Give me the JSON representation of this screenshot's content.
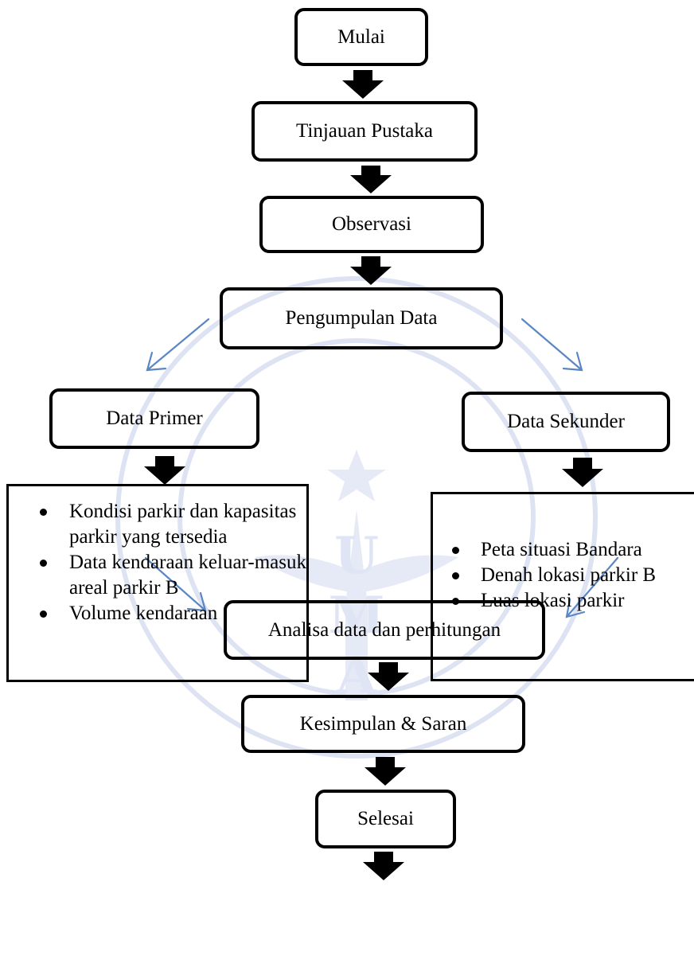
{
  "flowchart": {
    "start": "Mulai",
    "literature": "Tinjauan Pustaka",
    "observation": "Observasi",
    "collection": "Pengumpulan Data",
    "primary": {
      "title": "Data Primer",
      "items": [
        "Kondisi parkir dan kapasitas parkir yang tersedia",
        "Data kendaraan keluar-masuk areal parkir B",
        "Volume kendaraan"
      ]
    },
    "secondary": {
      "title": "Data Sekunder",
      "items": [
        "Peta situasi Bandara",
        "Denah lokasi parkir B",
        "Luas lokasi parkir"
      ]
    },
    "analysis": "Analisa data dan perhitungan",
    "conclusion": "Kesimpulan & Saran",
    "end": "Selesai"
  },
  "colors": {
    "box_border": "#000000",
    "thin_arrow": "#5b86c5",
    "watermark": "#dbe2f3"
  }
}
